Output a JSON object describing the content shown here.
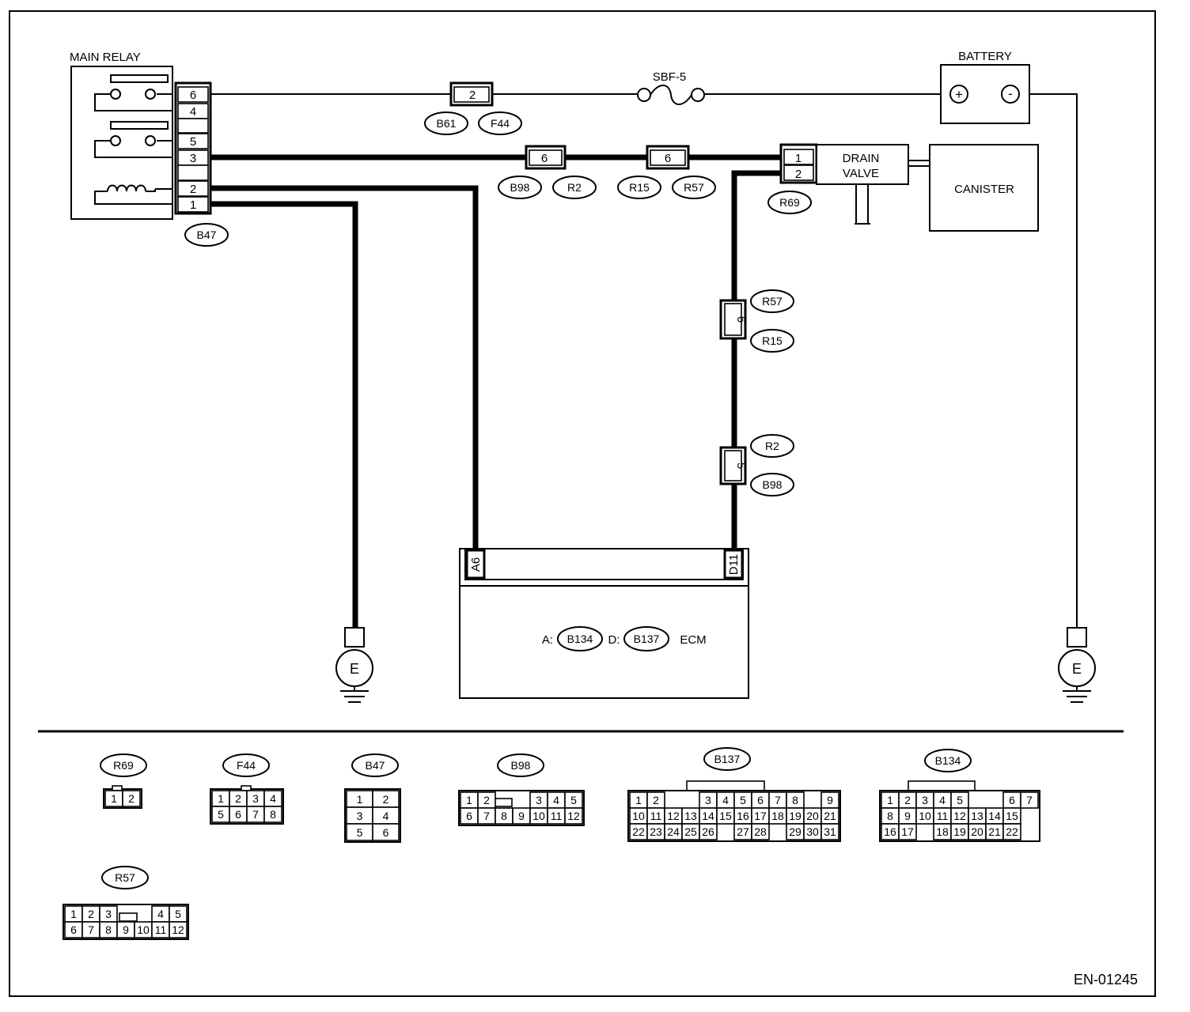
{
  "figure_id": "EN-01245",
  "components": {
    "main_relay": "MAIN RELAY",
    "battery": "BATTERY",
    "battery_plus": "+",
    "battery_minus": "-",
    "fuse": "SBF-5",
    "drain_valve_line1": "DRAIN",
    "drain_valve_line2": "VALVE",
    "canister": "CANISTER",
    "ground": "E",
    "ecm_prefix_a": "A:",
    "ecm_prefix_d": "D:",
    "ecm_conn_a": "B134",
    "ecm_conn_d": "B137",
    "ecm": "ECM"
  },
  "relay_pins": [
    "6",
    "4",
    "",
    "5",
    "3",
    "",
    "2",
    "1"
  ],
  "relay_connector": "B47",
  "harness_connectors": {
    "b61_f44": {
      "pin": "2",
      "left": "B61",
      "right": "F44"
    },
    "b98_r2": {
      "pin": "6",
      "left": "B98",
      "right": "R2"
    },
    "r15_r57": {
      "pin": "6",
      "left": "R15",
      "right": "R57"
    },
    "r57_r15_v": {
      "pin": "6",
      "top": "R57",
      "bottom": "R15"
    },
    "r2_b98_v": {
      "pin": "5",
      "top": "R2",
      "bottom": "B98"
    }
  },
  "drain_valve_pins": [
    "1",
    "2"
  ],
  "drain_valve_connector": "R69",
  "ecm_terminals": {
    "a": "A6",
    "d": "D11"
  },
  "connector_faces": {
    "r69": {
      "label": "R69",
      "rows": [
        [
          "1",
          "2"
        ]
      ]
    },
    "f44": {
      "label": "F44",
      "rows": [
        [
          "1",
          "2",
          "3",
          "4"
        ],
        [
          "5",
          "6",
          "7",
          "8"
        ]
      ]
    },
    "b47": {
      "label": "B47",
      "rows": [
        [
          "1",
          "2"
        ],
        [
          "3",
          "4"
        ],
        [
          "5",
          "6"
        ]
      ]
    },
    "b98": {
      "label": "B98",
      "rows": [
        [
          "1",
          "2",
          "3",
          "4",
          "5"
        ],
        [
          "6",
          "7",
          "8",
          "9",
          "10",
          "11",
          "12"
        ]
      ]
    },
    "b137": {
      "label": "B137",
      "rows": [
        [
          "1",
          "2",
          "3",
          "4",
          "5",
          "6",
          "7",
          "8",
          "9"
        ],
        [
          "10",
          "11",
          "12",
          "13",
          "14",
          "15",
          "16",
          "17",
          "18",
          "19",
          "20",
          "21"
        ],
        [
          "22",
          "23",
          "24",
          "25",
          "26",
          "27",
          "28",
          "29",
          "30",
          "31"
        ]
      ]
    },
    "b134": {
      "label": "B134",
      "rows": [
        [
          "1",
          "2",
          "3",
          "4",
          "5",
          "6",
          "7"
        ],
        [
          "8",
          "9",
          "10",
          "11",
          "12",
          "13",
          "14",
          "15"
        ],
        [
          "16",
          "17",
          "18",
          "19",
          "20",
          "21",
          "22"
        ]
      ]
    },
    "r57": {
      "label": "R57",
      "rows": [
        [
          "1",
          "2",
          "3",
          "4",
          "5"
        ],
        [
          "6",
          "7",
          "8",
          "9",
          "10",
          "11",
          "12"
        ]
      ]
    }
  }
}
